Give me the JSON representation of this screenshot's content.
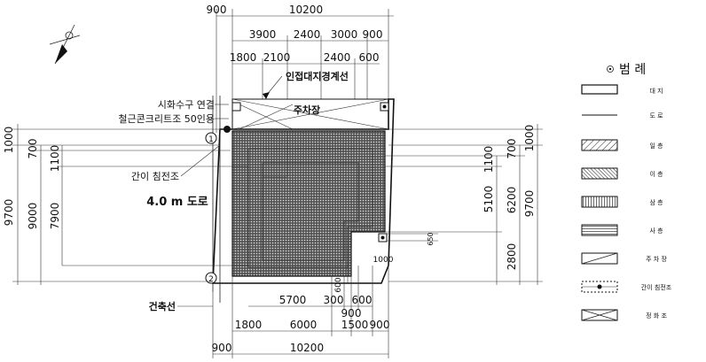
{
  "labels": {
    "boundary": "인접대지경계선",
    "parking": "주차장",
    "sewer": "시화수구 연결",
    "tank": "철근콘크리트조 50인용",
    "sep_tank": "간이 침전조",
    "road": "4.0 m 도로",
    "building_line": "건축선",
    "mark1": "1",
    "mark2": "2"
  },
  "dims": {
    "top1": "900",
    "top2": "10200",
    "r2a": "3900",
    "r2b": "2400",
    "r2c": "3000",
    "r2d": "900",
    "r3a": "1800",
    "r3b": "2100",
    "r3c": "2400",
    "r3d": "600",
    "b1a": "5700",
    "b1b": "300",
    "b1c": "600",
    "b2a": "900",
    "b2a2": "600",
    "b3a": "1800",
    "b3b": "6000",
    "b3c": "1500",
    "b3d": "900",
    "bot1": "900",
    "bot2": "10200",
    "l1": "1000",
    "l2": "700",
    "l3": "1100",
    "l4": "9700",
    "l5": "9000",
    "l6": "7900",
    "rr1": "1000",
    "rr2": "700",
    "rr3": "1100",
    "rr4": "5100",
    "rr5": "6200",
    "rr6": "9700",
    "rr7": "2800",
    "s650": "650",
    "s1000": "1000"
  },
  "legend": {
    "title": "범 례",
    "items": [
      {
        "label": "대 지",
        "icon": "site-boundary-icon"
      },
      {
        "label": "도 로",
        "icon": "road-line-icon"
      },
      {
        "label": "일 층",
        "icon": "floor1-hatch-icon"
      },
      {
        "label": "이 층",
        "icon": "floor2-hatch-icon"
      },
      {
        "label": "삼 층",
        "icon": "floor3-hatch-icon"
      },
      {
        "label": "사 층",
        "icon": "floor4-hatch-icon"
      },
      {
        "label": "주 차 장",
        "icon": "parking-icon"
      },
      {
        "label": "간이 침전조",
        "icon": "septic-tank-icon"
      },
      {
        "label": "정 화 조",
        "icon": "purification-tank-icon"
      }
    ]
  }
}
